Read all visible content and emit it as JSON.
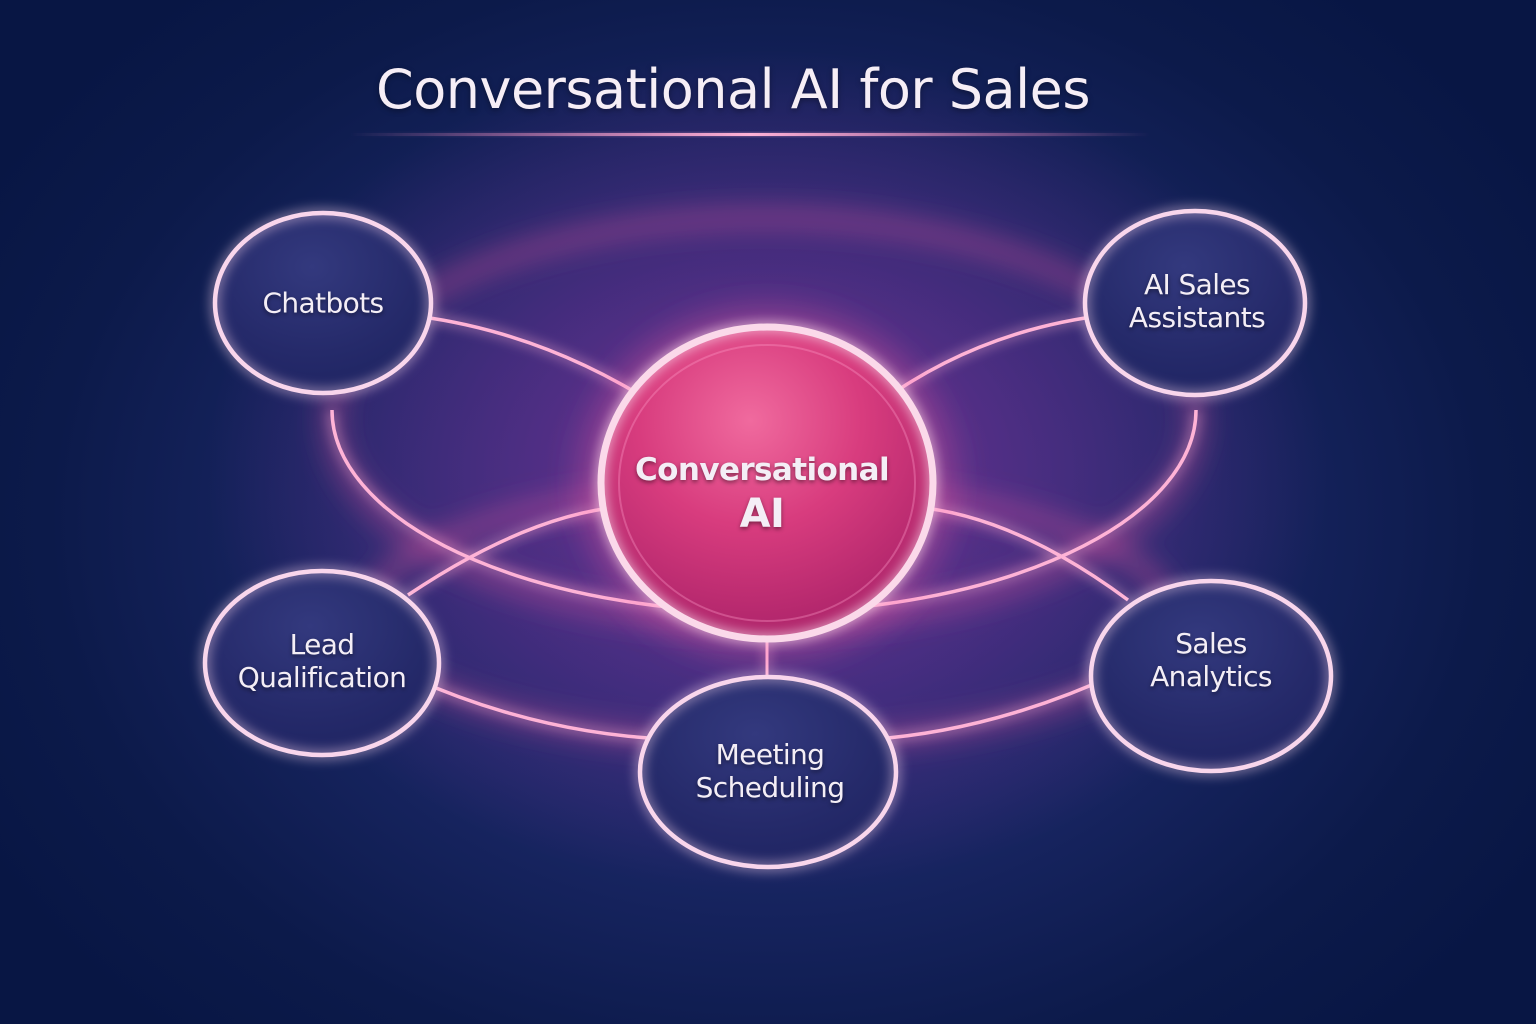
{
  "title": "Conversational AI for Sales",
  "colors": {
    "background": "#0c1a4a",
    "center_fill": "#d33d7f",
    "satellite_fill": "#252a6b",
    "ring": "#f7d3ea",
    "connector_glow": "#ff6fae",
    "text": "#f4eef6"
  },
  "center_node": {
    "line1": "Conversational",
    "line2": "AI"
  },
  "nodes": [
    {
      "id": "chatbots",
      "line1": "Chatbots",
      "line2": ""
    },
    {
      "id": "ai-sales-assistants",
      "line1": "AI Sales",
      "line2": "Assistants"
    },
    {
      "id": "lead-qualification",
      "line1": "Lead",
      "line2": "Qualification"
    },
    {
      "id": "meeting-scheduling",
      "line1": "Meeting",
      "line2": "Scheduling"
    },
    {
      "id": "sales-analytics",
      "line1": "Sales",
      "line2": "Analytics"
    }
  ]
}
